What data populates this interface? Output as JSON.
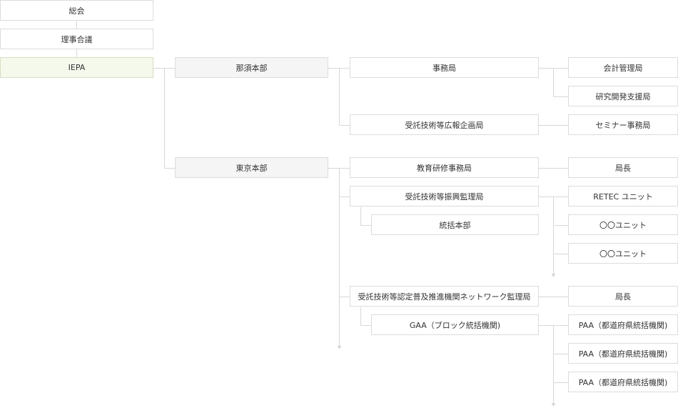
{
  "org": {
    "general_assembly": "総会",
    "board": "理事合議",
    "iepa": "IEPA",
    "nasu": {
      "name": "那須本部",
      "secretariat": "事務局",
      "accounting": "会計管理局",
      "rnd": "研究開発支援局",
      "pr": "受託技術等広報企画局",
      "seminar": "セミナー事務局"
    },
    "tokyo": {
      "name": "東京本部",
      "education": "教育研修事務局",
      "education_head": "局長",
      "promotion": "受託技術等振興監理局",
      "control_hq": "統括本部",
      "retec_unit": "RETEC ユニット",
      "unit_a": "〇〇ユニット",
      "unit_b": "〇〇ユニット",
      "network": "受託技術等認定普及推進機関ネットワーク監理局",
      "network_head": "局長",
      "gaa": "GAA（ブロック統括機関)",
      "paa_1": "PAA（都道府県統括機関)",
      "paa_2": "PAA（都道府県統括機関)",
      "paa_3": "PAA（都道府県統括機関)"
    }
  }
}
